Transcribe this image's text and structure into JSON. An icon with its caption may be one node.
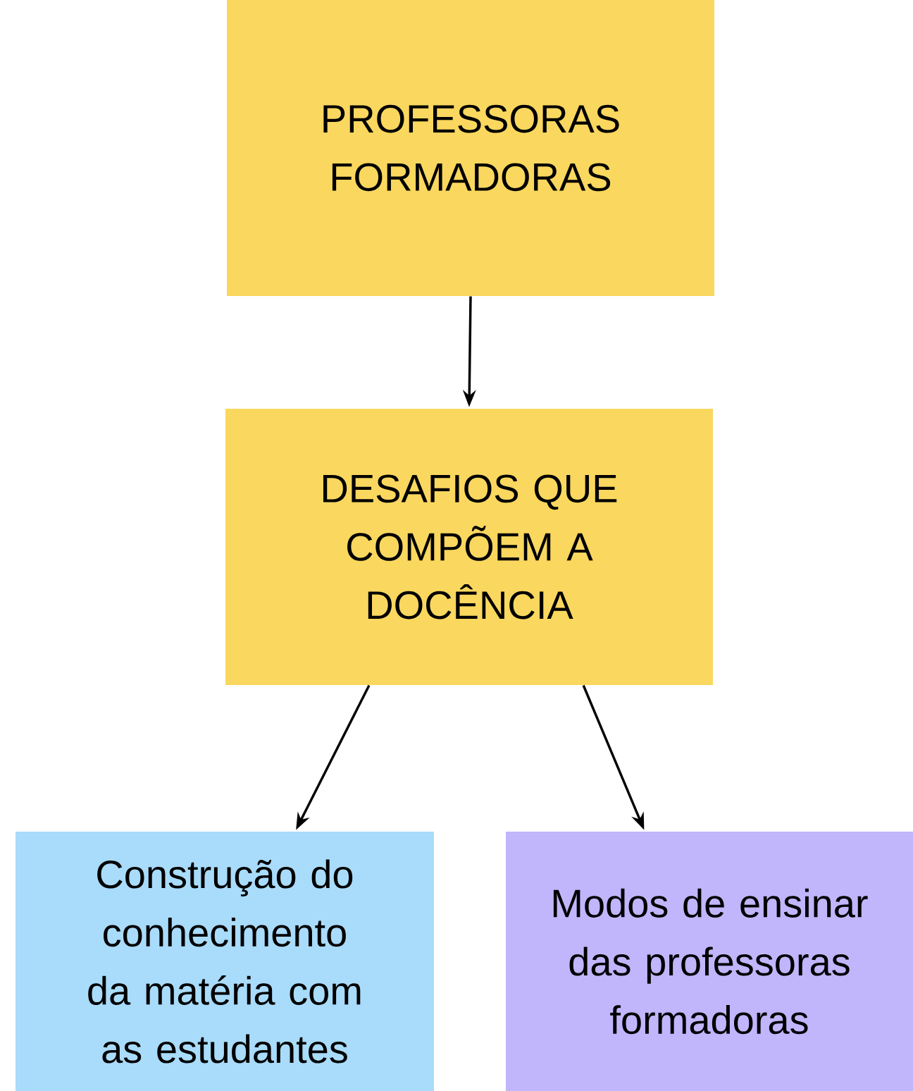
{
  "diagram": {
    "nodes": [
      {
        "text": [
          "PROFESSORAS FORMADORAS"
        ]
      },
      {
        "text": [
          "DESAFIOS QUE COMPÕEM A DOCÊNCIA"
        ]
      },
      {
        "text": [
          "Construção do conhecimento da matéria com as estudantes"
        ]
      },
      {
        "text": [
          "Modos de ensinar das professoras formadoras"
        ]
      }
    ],
    "edges": [
      {
        "from": 0,
        "to": 1,
        "arrow": "to"
      },
      {
        "from": 1,
        "to": 2,
        "arrow": "to"
      },
      {
        "from": 1,
        "to": 3,
        "arrow": "to"
      }
    ]
  }
}
